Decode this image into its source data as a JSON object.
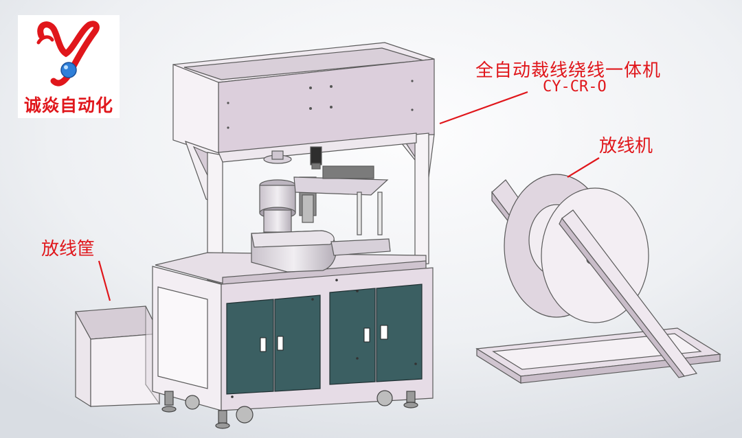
{
  "logo": {
    "glyph": "y",
    "company_name": "诚焱自动化"
  },
  "callouts": {
    "machine_name": "全自动裁线绕线一体机",
    "machine_model": "CY-CR-O",
    "pay_off_machine": "放线机",
    "wire_basket": "放线筐"
  },
  "colors": {
    "callout_red": "#e0161b",
    "frame": "#f3eef3",
    "panel": "#dcd0dc",
    "door": "#3b5f62",
    "outline": "#5a5a5a",
    "background": "#eaedf1"
  }
}
